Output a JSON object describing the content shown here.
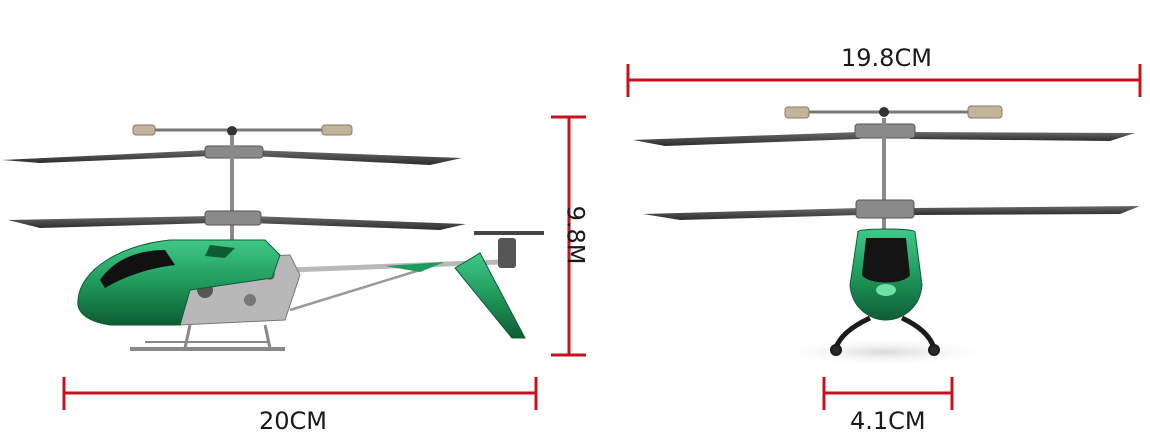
{
  "dimensions": {
    "width_label": "19.8CM",
    "length_label": "20CM",
    "height_label": "9.8M",
    "skid_width_label": "4.1CM"
  },
  "colors": {
    "dimension_line": "#c8101e",
    "body_green": "#1f9a5c",
    "body_dark": "#0f5e36",
    "rotor_blade": "#4a4a4a",
    "frame_gray": "#a9a9a9"
  },
  "products": [
    {
      "view": "side-view",
      "name": "helicopter-side-view"
    },
    {
      "view": "front-view",
      "name": "helicopter-front-view"
    }
  ]
}
